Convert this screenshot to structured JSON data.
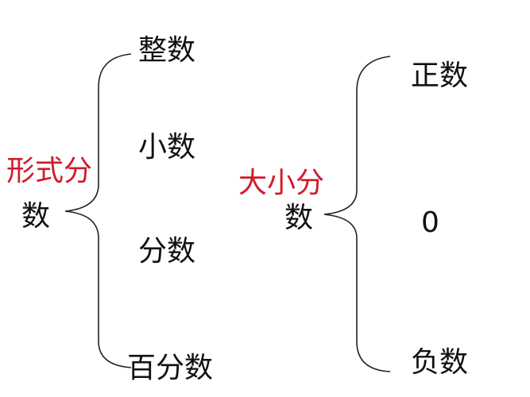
{
  "diagram": {
    "left": {
      "root_label_red": "形式分",
      "root_label_black": "数",
      "children": [
        "整数",
        "小数",
        "分数",
        "百分数"
      ]
    },
    "right": {
      "root_label_red": "大小分",
      "root_label_black": "数",
      "children": [
        "正数",
        "0",
        "负数"
      ]
    },
    "colors": {
      "category_label": "#d01a2a",
      "text": "#111111",
      "bracket": "#222222"
    }
  }
}
